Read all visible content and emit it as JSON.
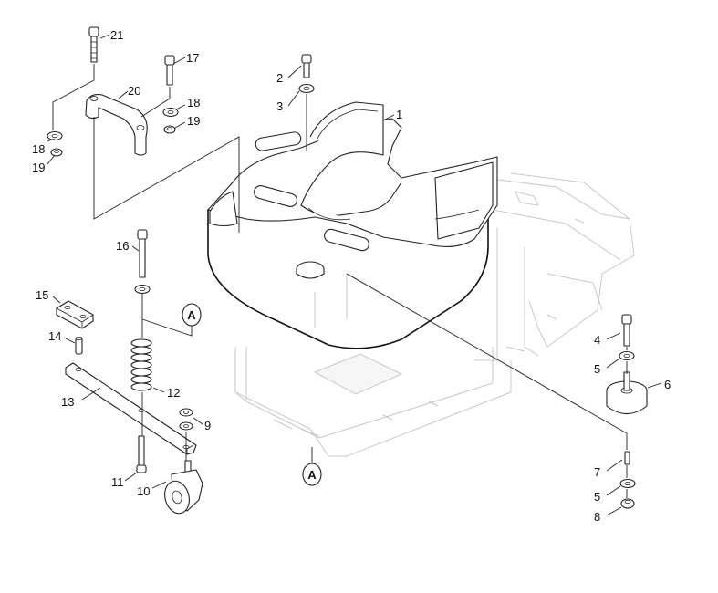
{
  "callouts": [
    {
      "id": "c1",
      "text": "1"
    },
    {
      "id": "c2",
      "text": "2"
    },
    {
      "id": "c3",
      "text": "3"
    },
    {
      "id": "c4",
      "text": "4"
    },
    {
      "id": "c5a",
      "text": "5"
    },
    {
      "id": "c5b",
      "text": "5"
    },
    {
      "id": "c6",
      "text": "6"
    },
    {
      "id": "c7",
      "text": "7"
    },
    {
      "id": "c8",
      "text": "8"
    },
    {
      "id": "c9",
      "text": "9"
    },
    {
      "id": "c10",
      "text": "10"
    },
    {
      "id": "c11",
      "text": "11"
    },
    {
      "id": "c12",
      "text": "12"
    },
    {
      "id": "c13",
      "text": "13"
    },
    {
      "id": "c14",
      "text": "14"
    },
    {
      "id": "c15",
      "text": "15"
    },
    {
      "id": "c16",
      "text": "16"
    },
    {
      "id": "c17",
      "text": "17"
    },
    {
      "id": "c18a",
      "text": "18"
    },
    {
      "id": "c18b",
      "text": "18"
    },
    {
      "id": "c19a",
      "text": "19"
    },
    {
      "id": "c19b",
      "text": "19"
    },
    {
      "id": "c20",
      "text": "20"
    },
    {
      "id": "c21",
      "text": "21"
    }
  ],
  "reference_marks": [
    {
      "id": "refA1",
      "text": "A"
    },
    {
      "id": "refA2",
      "text": "A"
    }
  ]
}
